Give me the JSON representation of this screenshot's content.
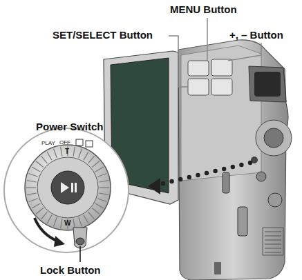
{
  "diagram": {
    "labels": [
      "MENU Button",
      "SET/SELECT Button",
      "+, – Button",
      "Power Switch",
      "PLAY",
      "OFF",
      "T",
      "W",
      "Lock Button"
    ]
  }
}
